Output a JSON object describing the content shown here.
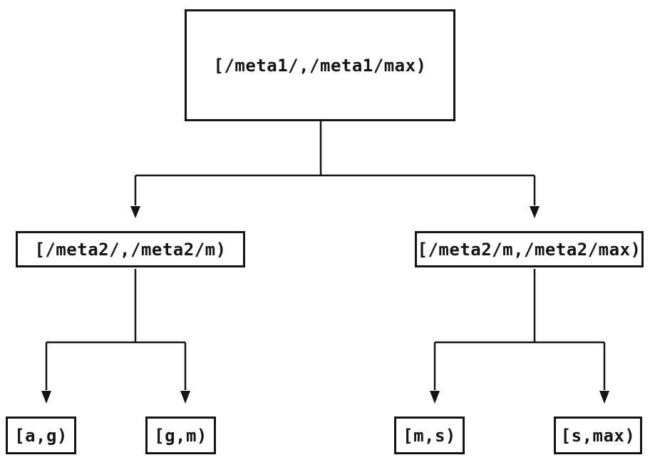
{
  "tree": {
    "root": {
      "label": "[/meta1/,/meta1/max)"
    },
    "level2": [
      {
        "label": "[/meta2/,/meta2/m)"
      },
      {
        "label": "[/meta2/m,/meta2/max)"
      }
    ],
    "leaves": [
      {
        "label": "[a,g)"
      },
      {
        "label": "[g,m)"
      },
      {
        "label": "[m,s)"
      },
      {
        "label": "[s,max)"
      }
    ],
    "colors": {
      "line": "#141414",
      "text": "#141414",
      "background": "#ffffff"
    }
  }
}
